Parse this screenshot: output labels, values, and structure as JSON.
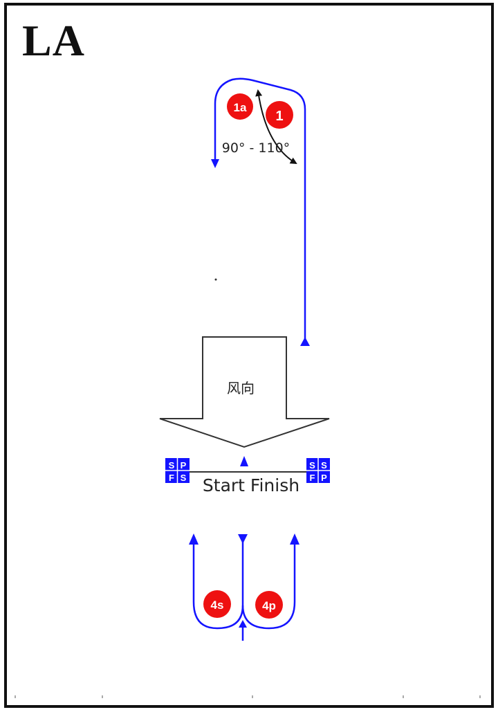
{
  "title": "LA",
  "wind_label": "风向",
  "angle_label": "90° - 110°",
  "start_finish_label": "Start Finish",
  "marks": {
    "m1a": "1a",
    "m1": "1",
    "m4s": "4s",
    "m4p": "4p"
  },
  "flags": {
    "left": [
      "S",
      "P",
      "F",
      "S"
    ],
    "right": [
      "S",
      "S",
      "F",
      "P"
    ]
  },
  "colors": {
    "course": "#1414ff",
    "mark": "#ee1111",
    "flag": "#1414ff",
    "outline": "#333333"
  }
}
